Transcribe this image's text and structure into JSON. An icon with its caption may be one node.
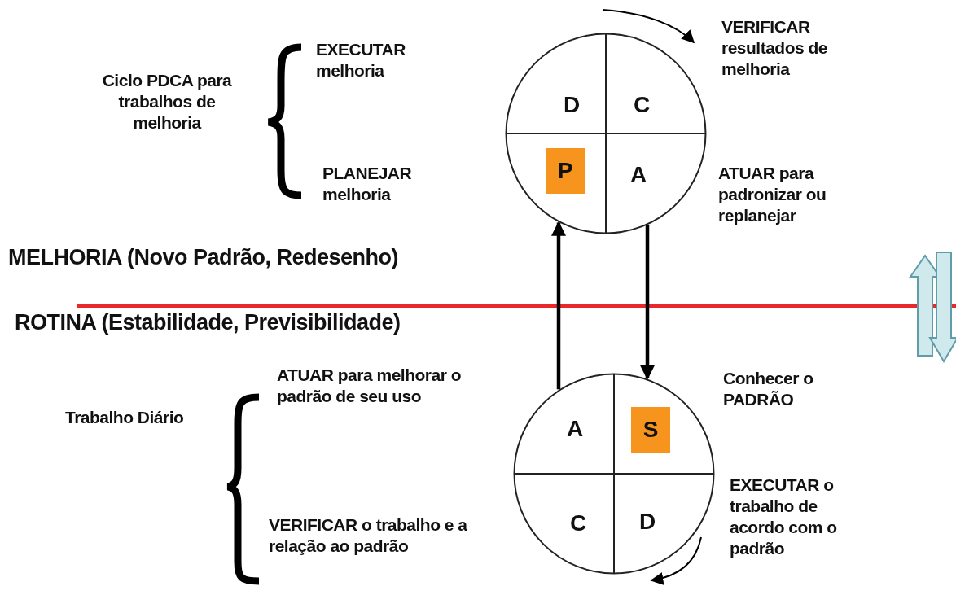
{
  "diagram": {
    "nodes": [
      {
        "text": [
          "D",
          "C",
          "P",
          "A"
        ]
      },
      {
        "text": [
          "A",
          "S",
          "C",
          "D"
        ]
      }
    ],
    "edges": [
      {
        "from": 1,
        "to": 0,
        "arrow": "to"
      },
      {
        "from": 0,
        "to": 1,
        "arrow": "to"
      }
    ],
    "labels": [
      "EXECUTAR melhoria",
      "Ciclo PDCA para trabalhos de melhoria",
      "PLANEJAR melhoria",
      "VERIFICAR resultados de melhoria",
      "ATUAR para padronizar ou replanejar",
      "MELHORIA (Novo Padrão, Redesenho)",
      "ROTINA (Estabilidade, Previsibilidade)",
      "Trabalho Diário",
      "ATUAR para melhorar o padrão de seu uso",
      "VERIFICAR o trabalho e a relação ao padrão",
      "Conhecer o PADRÃO",
      "EXECUTAR o trabalho de acordo com o padrão"
    ]
  }
}
